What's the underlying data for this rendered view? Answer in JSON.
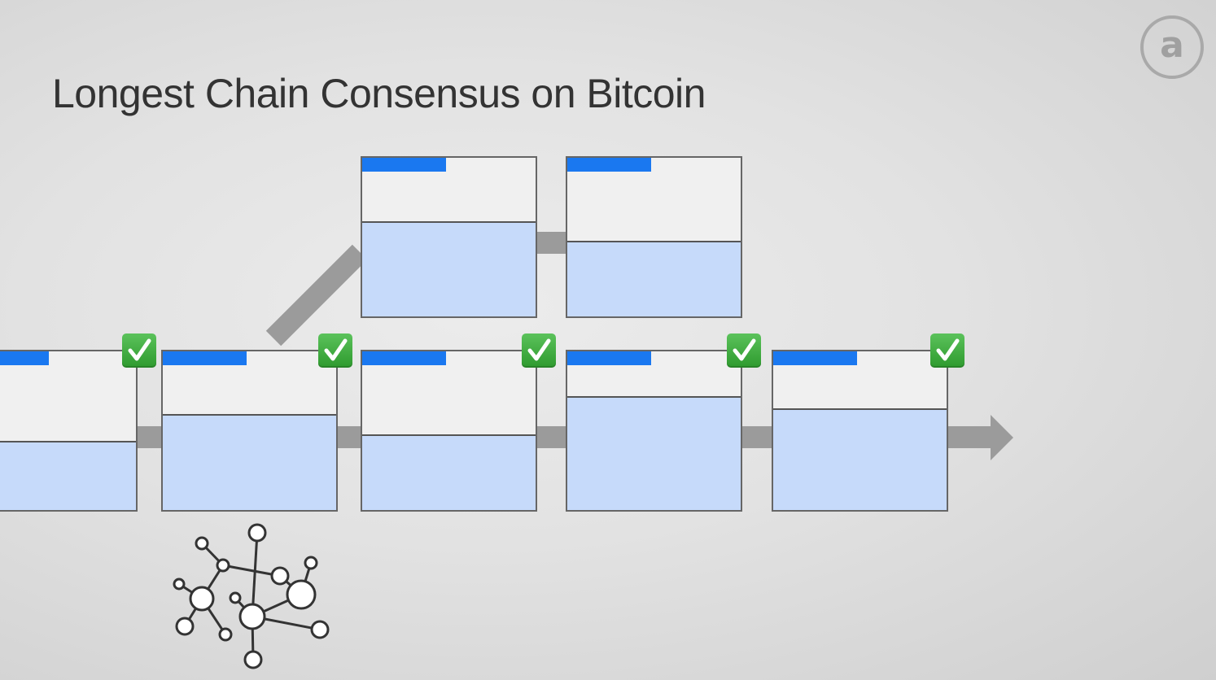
{
  "slide": {
    "title": "Longest Chain Consensus on Bitcoin",
    "logo_letter": "a"
  },
  "colors": {
    "block_header": "#1a78f0",
    "block_top": "#f0f0f0",
    "block_body": "#c6dafa",
    "connector": "#9b9b9b",
    "check_green": "#3aa83a"
  },
  "main_chain": [
    {
      "id": "block-1",
      "confirmed": true
    },
    {
      "id": "block-2",
      "confirmed": true
    },
    {
      "id": "block-3",
      "confirmed": true
    },
    {
      "id": "block-4",
      "confirmed": true
    },
    {
      "id": "block-5",
      "confirmed": true
    }
  ],
  "fork_chain": [
    {
      "id": "fork-block-1",
      "confirmed": false
    },
    {
      "id": "fork-block-2",
      "confirmed": false
    }
  ],
  "icons": {
    "check": "check-mark-icon",
    "network": "network-graph-icon",
    "arrow": "arrow-right-icon"
  }
}
